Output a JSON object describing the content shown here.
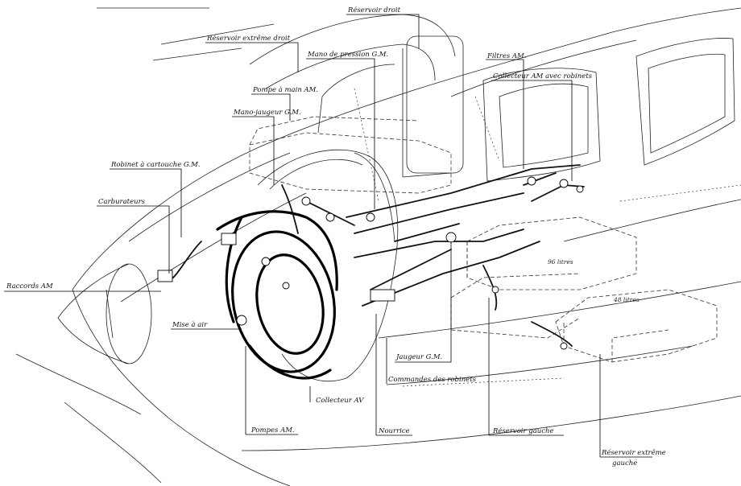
{
  "labels": {
    "reservoir_droit": "Réservoir droit",
    "reservoir_extreme_droit": "Réservoir extrême droit",
    "mano_pression": "Mano de pression G.M.",
    "filtres_am": "Filtres AM.",
    "collecteur_am_robinets": "Collecteur AM avec robinets",
    "pompe_main": "Pompe à main AM.",
    "mano_jaugeur": "Mano-jaugeur G.M.",
    "robinet_cartouche": "Robinet à cartouche G.M.",
    "carburateurs": "Carburateurs",
    "raccords_am": "Raccords AM",
    "mise_a_air": "Mise à air",
    "jaugeur_gm": "Jaugeur G.M.",
    "commandes_robinets": "Commandes des robinets",
    "collecteur_av": "Collecteur AV",
    "pompes_am": "Pompes AM.",
    "nourrice": "Nourrice",
    "reservoir_gauche": "Réservoir gauche",
    "reservoir_extreme_gauche_line1": "Réservoir extrême",
    "reservoir_extreme_gauche_line2": "gauche"
  },
  "tank_capacities": {
    "tank_96": "96 litres",
    "tank_48": "48 litres"
  }
}
